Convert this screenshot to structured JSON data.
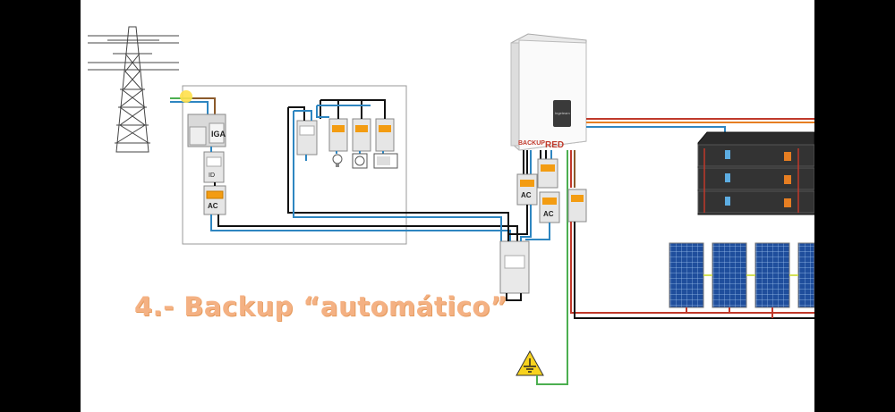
{
  "slide": {
    "title": "4.- Backup “automático”"
  },
  "panel": {
    "main_breaker_label": "IGA",
    "rcd_label": "AC",
    "id_label": "ID"
  },
  "inverter": {
    "backup_label": "BACKUP",
    "grid_label": "RED",
    "brand": "Ingeteam"
  },
  "inverter_breakers": {
    "rcd_label": "AC"
  },
  "colors": {
    "phase_blue": "#2e86c1",
    "neutral_black": "#111111",
    "earth_green": "#4caf50",
    "dc_red": "#c0392b",
    "dc_brown": "#8b5a2b",
    "dc_orange": "#e67e22",
    "title_orange": "#f4b183"
  },
  "icons": [
    "power-pylon-icon",
    "lightbulb-icon",
    "socket-icon",
    "microwave-icon",
    "ground-warning-icon",
    "battery-rack-icon",
    "solar-panel-icon"
  ]
}
